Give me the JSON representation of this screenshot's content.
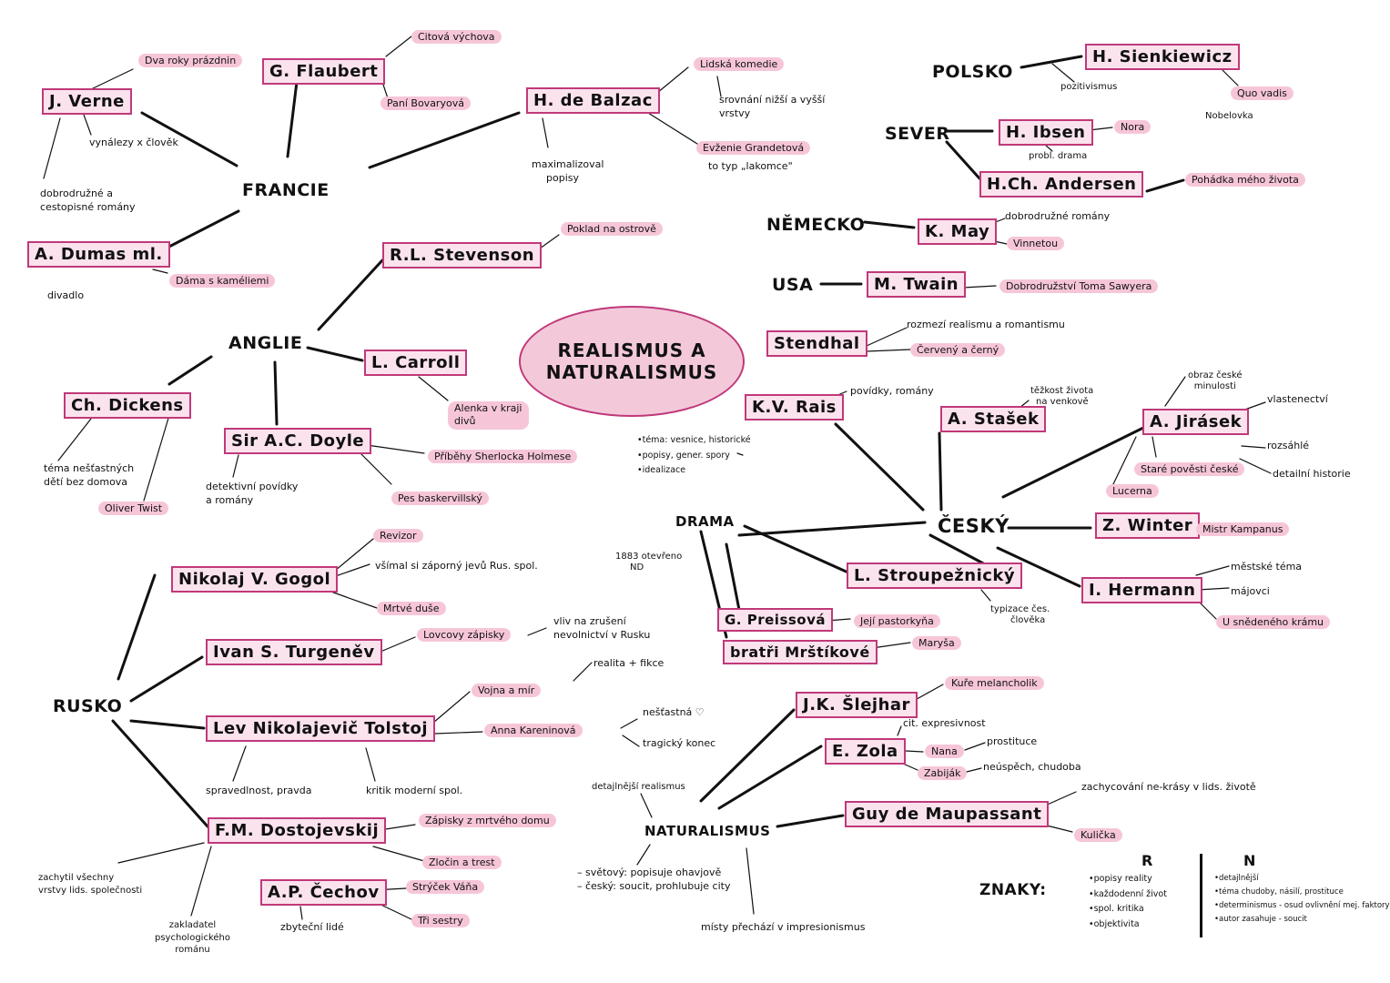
{
  "center": {
    "line1": "REALISMUS A",
    "line2": "NATURALISMUS"
  },
  "francie": {
    "region": "FRANCIE",
    "verne": "J. Verne",
    "verne_book": "Dva roky prázdnin",
    "verne_note": "vynálezy x člověk",
    "verne_genre": [
      "dobrodružné a",
      "cestopisné romány"
    ],
    "flaubert": "G. Flaubert",
    "flaubert_book1": "Citová výchova",
    "flaubert_book2": "Paní Bovaryová",
    "balzac": "H. de Balzac",
    "balzac_book1": "Lidská komedie",
    "balzac_note1": [
      "srovnání nižší a vyšší",
      "vrstvy"
    ],
    "balzac_book2": "Evženie Grandetová",
    "balzac_note2": "to typ „lakomce\"",
    "balzac_note3": [
      "maximalizoval",
      "popisy"
    ],
    "dumas": "A. Dumas ml.",
    "dumas_book": "Dáma s kaméliemi",
    "dumas_note": "divadlo"
  },
  "anglie": {
    "region": "ANGLIE",
    "stevenson": "R.L. Stevenson",
    "stevenson_book": "Poklad na ostrově",
    "carroll": "L. Carroll",
    "carroll_book": [
      "Alenka v kraji",
      "divů"
    ],
    "dickens": "Ch. Dickens",
    "dickens_note": [
      "téma nešťastných",
      "dětí bez domova"
    ],
    "dickens_book": "Oliver Twist",
    "doyle": "Sir A.C. Doyle",
    "doyle_book1": "Příběhy Sherlocka Holmese",
    "doyle_book2": "Pes baskervillský",
    "doyle_note": [
      "detektivní povídky",
      "a romány"
    ]
  },
  "rusko": {
    "region": "RUSKO",
    "gogol": "Nikolaj V. Gogol",
    "gogol_book1": "Revizor",
    "gogol_note": "všímal si záporný jevů Rus. spol.",
    "gogol_book2": "Mrtvé duše",
    "turgenev": "Ivan S. Turgeněv",
    "turgenev_book": "Lovcovy zápisky",
    "turgenev_note": [
      "vliv na zrušení",
      "nevolnictví v Rusku"
    ],
    "tolstoj": "Lev Nikolajevič Tolstoj",
    "tolstoj_book1": "Vojna a mír",
    "tolstoj_note1": "realita + fikce",
    "tolstoj_book2": "Anna Kareninová",
    "tolstoj_note2": "nešťastná ♡",
    "tolstoj_note3": "tragický konec",
    "tolstoj_note4": "spravedlnost, pravda",
    "tolstoj_note5": "kritik moderní spol.",
    "dostojevskij": "F.M. Dostojevskij",
    "dost_book1": "Zápisky z mrtvého domu",
    "dost_book2": "Zločin a trest",
    "dost_note1": [
      "zachytil všechny",
      "vrstvy lids. společnosti"
    ],
    "dost_note2": [
      "zakladatel",
      "psychologického",
      "románu"
    ],
    "cechov": "A.P. Čechov",
    "cechov_book1": "Strýček Váňa",
    "cechov_book2": "Tři sestry",
    "cechov_note": "zbyteční lidé"
  },
  "svet": {
    "polsko": "POLSKO",
    "sienkiewicz": "H. Sienkiewicz",
    "sienk_note": "pozitivismus",
    "sienk_book": "Quo vadis",
    "sienk_note2": "Nobelovka",
    "sever": "SEVER",
    "ibsen": "H. Ibsen",
    "ibsen_book": "Nora",
    "ibsen_note": "probl. drama",
    "andersen": "H.Ch. Andersen",
    "andersen_book": "Pohádka mého života",
    "nemecko": "NĚMECKO",
    "may": "K. May",
    "may_note": "dobrodružné romány",
    "may_book": "Vinnetou",
    "usa": "USA",
    "twain": "M. Twain",
    "twain_book": "Dobrodružství Toma Sawyera",
    "stendhal": "Stendhal",
    "stendhal_note": "rozmezí realismu a romantismu",
    "stendhal_book": "Červený a černý"
  },
  "cesky": {
    "region": "ČESKÝ",
    "rais": "K.V. Rais",
    "rais_note": "povídky, romány",
    "rais_list": [
      "téma: vesnice, historické",
      "popisy, gener. spory",
      "idealizace"
    ],
    "stasek": "A. Stašek",
    "stasek_note": [
      "těžkost života",
      "na venkově"
    ],
    "jirasek": "A. Jirásek",
    "jirasek_note1": [
      "obraz české",
      "minulosti"
    ],
    "jirasek_note2": "vlastenectví",
    "jirasek_note3": "rozsáhlé",
    "jirasek_book1": "Staré pověsti české",
    "jirasek_note4": "detailní historie",
    "jirasek_book2": "Lucerna",
    "winter": "Z. Winter",
    "winter_book": "Mistr Kampanus",
    "hermann": "I. Hermann",
    "hermann_note1": "městské téma",
    "hermann_note2": "májovci",
    "hermann_book": "U snědeného krámu",
    "stroupeznicky": "L. Stroupežnický",
    "stroup_note": [
      "typizace čes.",
      "člověka"
    ],
    "drama": "DRAMA",
    "drama_note": [
      "1883 otevřeno",
      "ND"
    ],
    "preissova": "G. Preissová",
    "preissova_book": "Její pastorkyňa",
    "mrstikove": "bratři Mrštíkové",
    "mrstikove_book": "Maryša"
  },
  "naturalismus": {
    "region": "NATURALISMUS",
    "note_top": "detajlnější realismus",
    "list": [
      "– světový: popisuje ohavjově",
      "– český: soucit, prohlubuje city"
    ],
    "note_bottom": "místy přechází v impresionismus",
    "slejhar": "J.K. Šlejhar",
    "slejhar_book": "Kuře melancholik",
    "slejhar_note": "cit. expresivnost",
    "zola": "E. Zola",
    "zola_book1": "Nana",
    "zola_book2": "Zabiják",
    "zola_note1": "prostituce",
    "zola_note2": "neúspěch, chudoba",
    "maupassant": "Guy de Maupassant",
    "maup_note": "zachycování ne-krásy v lids. životě",
    "maup_book": "Kulička"
  },
  "znaky": {
    "label": "ZNAKY:",
    "r_head": "R",
    "r_items": [
      "popisy reality",
      "každodenní život",
      "spol. kritika",
      "objektivita"
    ],
    "n_head": "N",
    "n_items": [
      "detajlnější",
      "téma chudoby, násilí, prostituce",
      "determinismus - osud ovlivnění mej. faktory",
      "autor zasahuje - soucit"
    ]
  }
}
